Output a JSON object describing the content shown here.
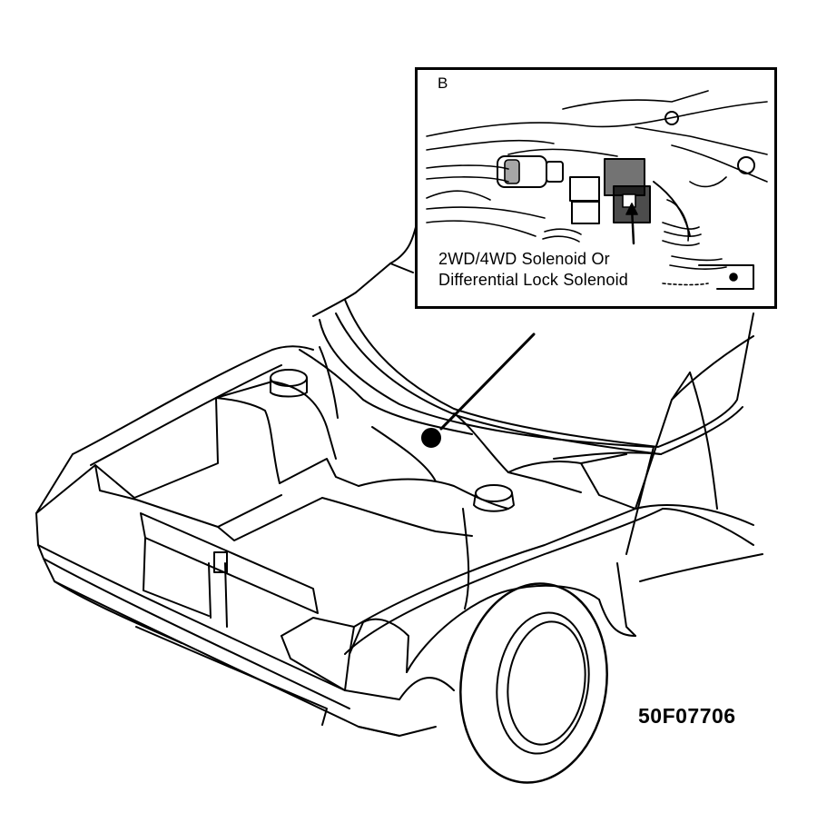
{
  "inset": {
    "view_letter": "B",
    "callout_line1": "2WD/4WD Solenoid Or",
    "callout_line2": "Differential Lock Solenoid"
  },
  "figure_id": "50F07706",
  "colors": {
    "ink": "#000000",
    "paper": "#ffffff"
  }
}
